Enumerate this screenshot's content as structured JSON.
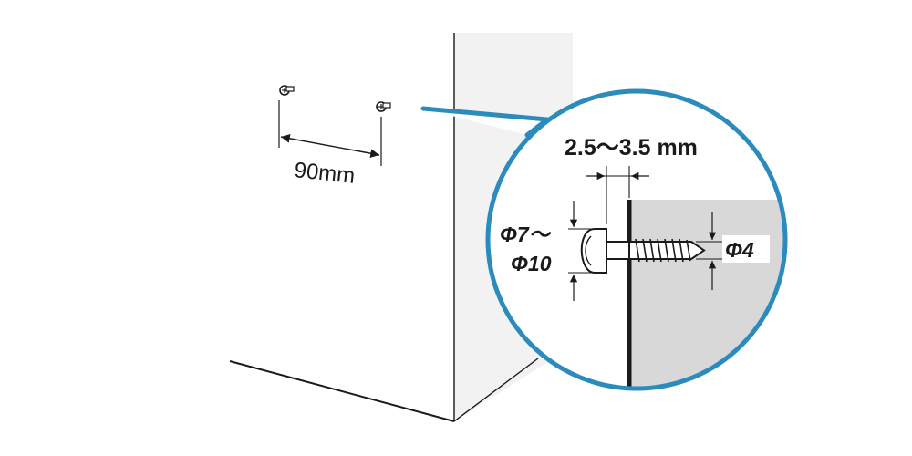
{
  "labels": {
    "spacing": "90mm",
    "protrusion": "2.5～3.5 mm",
    "head_diameter_line1": "Φ7～",
    "head_diameter_line2": "Φ10",
    "shaft_diameter": "Φ4"
  },
  "colors": {
    "accent": "#2b8bbd",
    "line": "#1a1a1a",
    "wall": "#d8d8d8",
    "wall_side": "#f2f2f2"
  }
}
